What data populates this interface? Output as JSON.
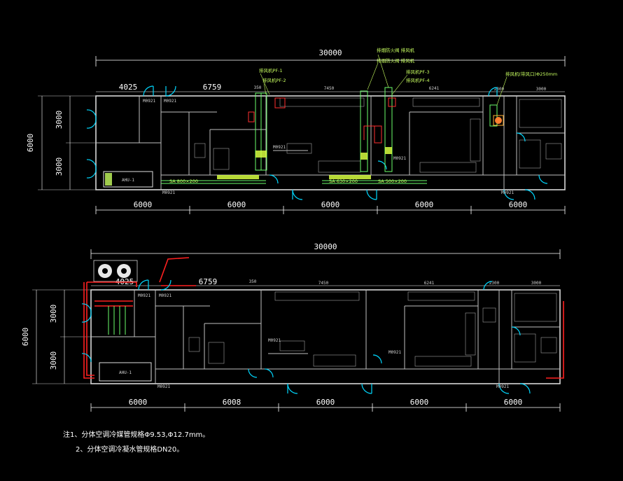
{
  "plan1": {
    "overall_width": "30000",
    "overall_height": "6000",
    "top_dims": [
      "4025",
      "6759",
      "350",
      "7450",
      "6241",
      "2300",
      "3000"
    ],
    "left_dims": [
      "3000",
      "3000"
    ],
    "bottom_dims": [
      "6000",
      "6000",
      "6000",
      "6000",
      "6000"
    ],
    "exhaust_labels": [
      "排风机PF-1",
      "排风机PF-2",
      "排风机PF-3",
      "排风机PF-4"
    ],
    "fire_valve_labels": [
      "排烟防火阀 排风机",
      "排烟防火阀 排风机"
    ],
    "exhaust_note": "排风机(带风口)Φ250mm",
    "supply_labels": [
      "SA 800×200",
      "SA 630×200",
      "SA 500×200"
    ],
    "door_tags": [
      "M0921",
      "M0921",
      "M0921",
      "M0921",
      "M0921",
      "M0921"
    ],
    "unit_label": "AHU-1"
  },
  "plan2": {
    "overall_width": "30000",
    "overall_height": "6000",
    "top_dims": [
      "4025",
      "6759",
      "350",
      "7450",
      "6241",
      "2300",
      "3000"
    ],
    "left_dims": [
      "3000",
      "3000"
    ],
    "bottom_dims": [
      "6000",
      "6008",
      "6000",
      "6000",
      "6000"
    ],
    "door_tags": [
      "M0921",
      "M0921",
      "M0921",
      "M0921",
      "M0921",
      "M0921"
    ],
    "unit_label": "AHU-1"
  },
  "notes": {
    "line1": "注1、分体空调冷媒管规格Φ9.53,Φ12.7mm。",
    "line2": "2、分体空调冷凝水管规格DN20。"
  }
}
